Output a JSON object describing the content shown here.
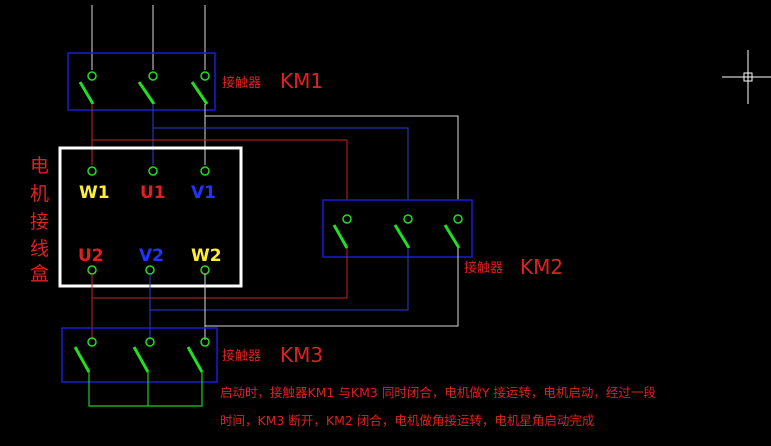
{
  "colors": {
    "background": "#000000",
    "panel_border": "#1b1bd8",
    "contact_green": "#22dd22",
    "terminal_green": "#22dd22",
    "wire_red": "#cc2222",
    "wire_blue": "#2a3fd0",
    "wire_white": "#d8d8d8",
    "wire_green": "#22cc22",
    "label_red": "#e02020",
    "label_yellow": "#ffee33",
    "label_blue": "#2233ff",
    "box_white": "#ffffff",
    "cursor_white": "#ffffff"
  },
  "labels": {
    "km1_prefix": "接触器",
    "km1_id": "KM1",
    "km2_prefix": "接触器",
    "km2_id": "KM2",
    "km3_prefix": "接触器",
    "km3_id": "KM3",
    "motor_box_chars": [
      "电",
      "机",
      "接",
      "线",
      "盒"
    ]
  },
  "terminals": {
    "w1": "W1",
    "u1": "U1",
    "v1": "V1",
    "u2": "U2",
    "v2": "V2",
    "w2": "W2"
  },
  "description": {
    "line1": "启动时，接触器KM1 与KM3 同时闭合，电机做Y 接运转，电机启动，经过一段",
    "line2": "时间，KM3 断开，KM2 闭合，电机做角接运转，电机星角启动完成"
  },
  "icons": {
    "cursor": "crosshair-cursor-icon"
  }
}
